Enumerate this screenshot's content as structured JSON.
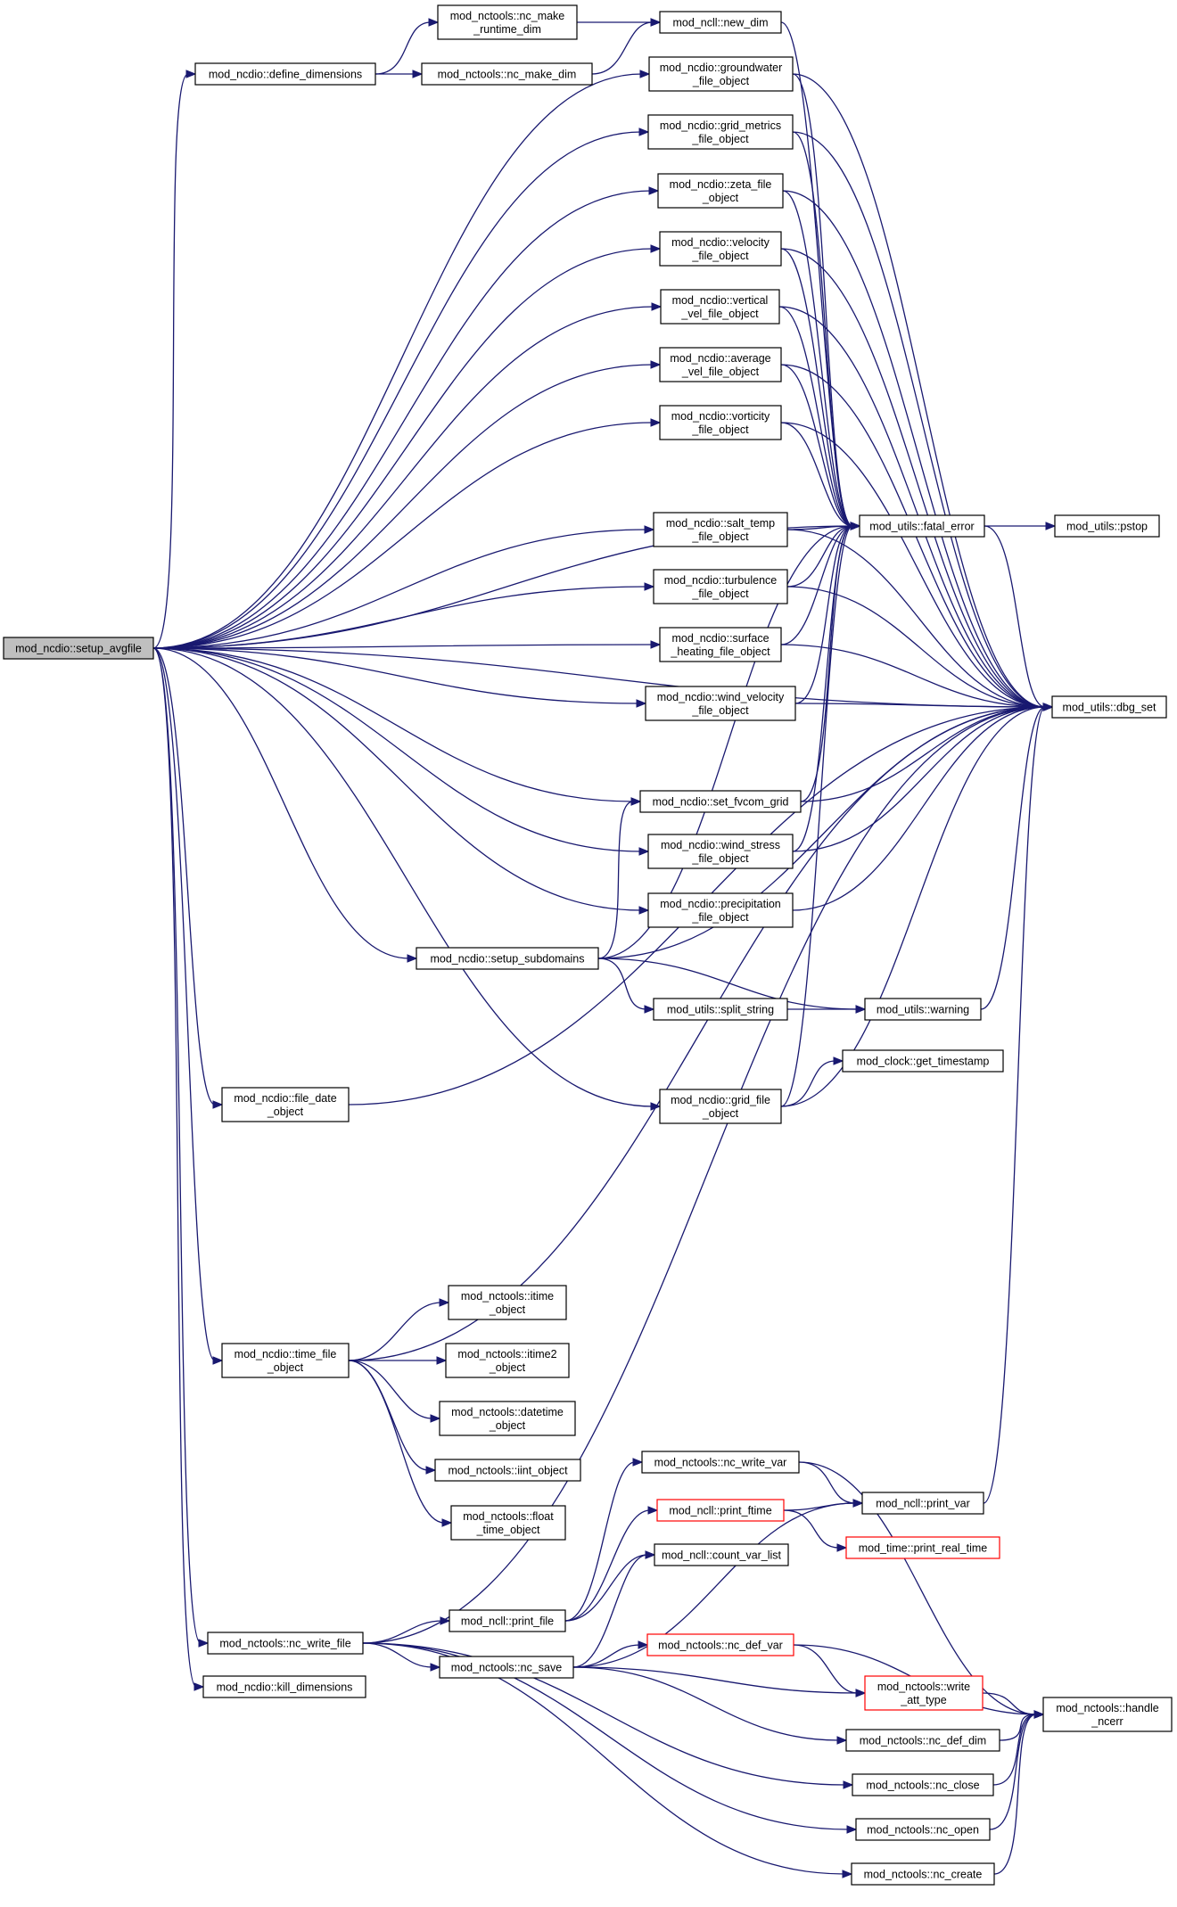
{
  "nodes": [
    {
      "id": "setup_avgfile",
      "lines": [
        "mod_ncdio::setup_avgfile"
      ],
      "style": "root"
    },
    {
      "id": "define_dimensions",
      "lines": [
        "mod_ncdio::define_dimensions"
      ]
    },
    {
      "id": "nc_make_runtime_dim",
      "lines": [
        "mod_nctools::nc_make",
        "_runtime_dim"
      ]
    },
    {
      "id": "new_dim",
      "lines": [
        "mod_ncll::new_dim"
      ]
    },
    {
      "id": "nc_make_dim",
      "lines": [
        "mod_nctools::nc_make_dim"
      ]
    },
    {
      "id": "groundwater",
      "lines": [
        "mod_ncdio::groundwater",
        "_file_object"
      ]
    },
    {
      "id": "grid_metrics",
      "lines": [
        "mod_ncdio::grid_metrics",
        "_file_object"
      ]
    },
    {
      "id": "zeta_file",
      "lines": [
        "mod_ncdio::zeta_file",
        "_object"
      ]
    },
    {
      "id": "velocity",
      "lines": [
        "mod_ncdio::velocity",
        "_file_object"
      ]
    },
    {
      "id": "vertical_vel",
      "lines": [
        "mod_ncdio::vertical",
        "_vel_file_object"
      ]
    },
    {
      "id": "average_vel",
      "lines": [
        "mod_ncdio::average",
        "_vel_file_object"
      ]
    },
    {
      "id": "vorticity",
      "lines": [
        "mod_ncdio::vorticity",
        "_file_object"
      ]
    },
    {
      "id": "fatal_error",
      "lines": [
        "mod_utils::fatal_error"
      ]
    },
    {
      "id": "pstop",
      "lines": [
        "mod_utils::pstop"
      ]
    },
    {
      "id": "salt_temp",
      "lines": [
        "mod_ncdio::salt_temp",
        "_file_object"
      ]
    },
    {
      "id": "turbulence",
      "lines": [
        "mod_ncdio::turbulence",
        "_file_object"
      ]
    },
    {
      "id": "surface_heating",
      "lines": [
        "mod_ncdio::surface",
        "_heating_file_object"
      ]
    },
    {
      "id": "wind_velocity",
      "lines": [
        "mod_ncdio::wind_velocity",
        "_file_object"
      ]
    },
    {
      "id": "dbg_set",
      "lines": [
        "mod_utils::dbg_set"
      ]
    },
    {
      "id": "set_fvcom_grid",
      "lines": [
        "mod_ncdio::set_fvcom_grid"
      ]
    },
    {
      "id": "wind_stress",
      "lines": [
        "mod_ncdio::wind_stress",
        "_file_object"
      ]
    },
    {
      "id": "precipitation",
      "lines": [
        "mod_ncdio::precipitation",
        "_file_object"
      ]
    },
    {
      "id": "setup_subdomains",
      "lines": [
        "mod_ncdio::setup_subdomains"
      ]
    },
    {
      "id": "split_string",
      "lines": [
        "mod_utils::split_string"
      ]
    },
    {
      "id": "warning",
      "lines": [
        "mod_utils::warning"
      ]
    },
    {
      "id": "get_timestamp",
      "lines": [
        "mod_clock::get_timestamp"
      ]
    },
    {
      "id": "grid_file",
      "lines": [
        "mod_ncdio::grid_file",
        "_object"
      ]
    },
    {
      "id": "file_date",
      "lines": [
        "mod_ncdio::file_date",
        "_object"
      ]
    },
    {
      "id": "itime",
      "lines": [
        "mod_nctools::itime",
        "_object"
      ]
    },
    {
      "id": "time_file",
      "lines": [
        "mod_ncdio::time_file",
        "_object"
      ]
    },
    {
      "id": "itime2",
      "lines": [
        "mod_nctools::itime2",
        "_object"
      ]
    },
    {
      "id": "datetime",
      "lines": [
        "mod_nctools::datetime",
        "_object"
      ]
    },
    {
      "id": "iint",
      "lines": [
        "mod_nctools::iint_object"
      ]
    },
    {
      "id": "float_time",
      "lines": [
        "mod_nctools::float",
        "_time_object"
      ]
    },
    {
      "id": "nc_write_var",
      "lines": [
        "mod_nctools::nc_write_var"
      ]
    },
    {
      "id": "print_var",
      "lines": [
        "mod_ncll::print_var"
      ]
    },
    {
      "id": "print_ftime",
      "lines": [
        "mod_ncll::print_ftime"
      ],
      "style": "red"
    },
    {
      "id": "print_real_time",
      "lines": [
        "mod_time::print_real_time"
      ],
      "style": "red"
    },
    {
      "id": "count_var_list",
      "lines": [
        "mod_ncll::count_var_list"
      ]
    },
    {
      "id": "print_file",
      "lines": [
        "mod_ncll::print_file"
      ]
    },
    {
      "id": "nc_write_file",
      "lines": [
        "mod_nctools::nc_write_file"
      ]
    },
    {
      "id": "nc_def_var",
      "lines": [
        "mod_nctools::nc_def_var"
      ],
      "style": "red"
    },
    {
      "id": "nc_save",
      "lines": [
        "mod_nctools::nc_save"
      ]
    },
    {
      "id": "kill_dimensions",
      "lines": [
        "mod_ncdio::kill_dimensions"
      ]
    },
    {
      "id": "write_att_type",
      "lines": [
        "mod_nctools::write",
        "_att_type"
      ],
      "style": "red"
    },
    {
      "id": "handle_ncerr",
      "lines": [
        "mod_nctools::handle",
        "_ncerr"
      ]
    },
    {
      "id": "nc_def_dim",
      "lines": [
        "mod_nctools::nc_def_dim"
      ]
    },
    {
      "id": "nc_close",
      "lines": [
        "mod_nctools::nc_close"
      ]
    },
    {
      "id": "nc_open",
      "lines": [
        "mod_nctools::nc_open"
      ]
    },
    {
      "id": "nc_create",
      "lines": [
        "mod_nctools::nc_create"
      ]
    }
  ],
  "edges": [
    [
      "setup_avgfile",
      "define_dimensions"
    ],
    [
      "define_dimensions",
      "nc_make_runtime_dim"
    ],
    [
      "define_dimensions",
      "nc_make_dim"
    ],
    [
      "nc_make_runtime_dim",
      "new_dim"
    ],
    [
      "nc_make_dim",
      "new_dim"
    ],
    [
      "new_dim",
      "fatal_error"
    ],
    [
      "setup_avgfile",
      "groundwater"
    ],
    [
      "setup_avgfile",
      "grid_metrics"
    ],
    [
      "setup_avgfile",
      "zeta_file"
    ],
    [
      "setup_avgfile",
      "velocity"
    ],
    [
      "setup_avgfile",
      "vertical_vel"
    ],
    [
      "setup_avgfile",
      "average_vel"
    ],
    [
      "setup_avgfile",
      "vorticity"
    ],
    [
      "setup_avgfile",
      "fatal_error"
    ],
    [
      "setup_avgfile",
      "salt_temp"
    ],
    [
      "setup_avgfile",
      "turbulence"
    ],
    [
      "setup_avgfile",
      "surface_heating"
    ],
    [
      "setup_avgfile",
      "wind_velocity"
    ],
    [
      "setup_avgfile",
      "set_fvcom_grid"
    ],
    [
      "setup_avgfile",
      "wind_stress"
    ],
    [
      "setup_avgfile",
      "precipitation"
    ],
    [
      "setup_avgfile",
      "setup_subdomains"
    ],
    [
      "setup_avgfile",
      "file_date"
    ],
    [
      "setup_avgfile",
      "grid_file"
    ],
    [
      "setup_avgfile",
      "dbg_set"
    ],
    [
      "setup_avgfile",
      "time_file"
    ],
    [
      "setup_avgfile",
      "nc_write_file"
    ],
    [
      "setup_avgfile",
      "kill_dimensions"
    ],
    [
      "groundwater",
      "fatal_error"
    ],
    [
      "groundwater",
      "dbg_set"
    ],
    [
      "grid_metrics",
      "fatal_error"
    ],
    [
      "grid_metrics",
      "dbg_set"
    ],
    [
      "zeta_file",
      "fatal_error"
    ],
    [
      "zeta_file",
      "dbg_set"
    ],
    [
      "velocity",
      "fatal_error"
    ],
    [
      "velocity",
      "dbg_set"
    ],
    [
      "vertical_vel",
      "fatal_error"
    ],
    [
      "vertical_vel",
      "dbg_set"
    ],
    [
      "average_vel",
      "fatal_error"
    ],
    [
      "average_vel",
      "dbg_set"
    ],
    [
      "vorticity",
      "fatal_error"
    ],
    [
      "vorticity",
      "dbg_set"
    ],
    [
      "salt_temp",
      "fatal_error"
    ],
    [
      "salt_temp",
      "dbg_set"
    ],
    [
      "turbulence",
      "fatal_error"
    ],
    [
      "turbulence",
      "dbg_set"
    ],
    [
      "surface_heating",
      "fatal_error"
    ],
    [
      "surface_heating",
      "dbg_set"
    ],
    [
      "wind_velocity",
      "fatal_error"
    ],
    [
      "wind_velocity",
      "dbg_set"
    ],
    [
      "set_fvcom_grid",
      "fatal_error"
    ],
    [
      "set_fvcom_grid",
      "dbg_set"
    ],
    [
      "wind_stress",
      "fatal_error"
    ],
    [
      "wind_stress",
      "dbg_set"
    ],
    [
      "precipitation",
      "dbg_set"
    ],
    [
      "fatal_error",
      "pstop"
    ],
    [
      "fatal_error",
      "dbg_set"
    ],
    [
      "setup_subdomains",
      "fatal_error"
    ],
    [
      "setup_subdomains",
      "set_fvcom_grid"
    ],
    [
      "setup_subdomains",
      "split_string"
    ],
    [
      "setup_subdomains",
      "warning"
    ],
    [
      "setup_subdomains",
      "dbg_set"
    ],
    [
      "split_string",
      "warning"
    ],
    [
      "warning",
      "dbg_set"
    ],
    [
      "grid_file",
      "get_timestamp"
    ],
    [
      "grid_file",
      "fatal_error"
    ],
    [
      "grid_file",
      "dbg_set"
    ],
    [
      "file_date",
      "dbg_set"
    ],
    [
      "time_file",
      "itime"
    ],
    [
      "time_file",
      "itime2"
    ],
    [
      "time_file",
      "datetime"
    ],
    [
      "time_file",
      "iint"
    ],
    [
      "time_file",
      "float_time"
    ],
    [
      "time_file",
      "dbg_set"
    ],
    [
      "nc_write_file",
      "print_file"
    ],
    [
      "nc_write_file",
      "nc_save"
    ],
    [
      "nc_write_file",
      "nc_close"
    ],
    [
      "nc_write_file",
      "nc_open"
    ],
    [
      "nc_write_file",
      "nc_create"
    ],
    [
      "nc_write_file",
      "dbg_set"
    ],
    [
      "print_file",
      "print_ftime"
    ],
    [
      "print_file",
      "count_var_list"
    ],
    [
      "print_file",
      "nc_write_var"
    ],
    [
      "print_ftime",
      "print_real_time"
    ],
    [
      "print_ftime",
      "print_var"
    ],
    [
      "nc_write_var",
      "print_var"
    ],
    [
      "nc_write_var",
      "handle_ncerr"
    ],
    [
      "print_var",
      "dbg_set"
    ],
    [
      "nc_save",
      "count_var_list"
    ],
    [
      "nc_save",
      "nc_def_var"
    ],
    [
      "nc_save",
      "write_att_type"
    ],
    [
      "nc_save",
      "nc_def_dim"
    ],
    [
      "nc_save",
      "print_var"
    ],
    [
      "nc_def_var",
      "write_att_type"
    ],
    [
      "nc_def_var",
      "handle_ncerr"
    ],
    [
      "write_att_type",
      "handle_ncerr"
    ],
    [
      "nc_def_dim",
      "handle_ncerr"
    ],
    [
      "nc_close",
      "handle_ncerr"
    ],
    [
      "nc_open",
      "handle_ncerr"
    ],
    [
      "nc_create",
      "handle_ncerr"
    ]
  ]
}
